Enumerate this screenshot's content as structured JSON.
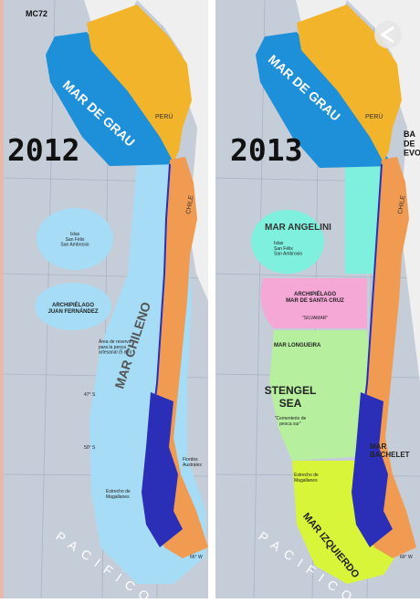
{
  "corner_label": "MC72",
  "left_panel": {
    "year": "2012",
    "mar_de_grau": "MAR DE GRAU",
    "country_peru": "PERÚ",
    "country_chile": "CHILE",
    "main_sea": "MAR CHILENO",
    "islands_1": "Islas\nSan Félix\nSan Ambrosio",
    "islands_2": "ARCHIPIÉLAGO\nJUAN FERNÁNDEZ",
    "note": "Área de reserva\npara la pesca\nartesanal (5 mn)",
    "lat_label_1": "47° S",
    "lat_label_2": "50° S",
    "fjords_label": "Fiordos\nAustrales",
    "strait_label": "Estrecho de\nMagallanes",
    "ocean_label": "PACIFICO",
    "lon_label": "66° W"
  },
  "right_panel": {
    "year": "2013",
    "mar_de_grau": "MAR DE GRAU",
    "country_peru": "PERÚ",
    "country_chile": "CHILE",
    "sea_1": "MAR ANGELINI",
    "sea_1_sub": "Islas\nSan Félix\nSan Ambrosio",
    "sea_2": "ARCHIPIÉLAGO\nMAR DE SANTA CRUZ",
    "sea_2_sub": "\"SILVAMAR\"",
    "sea_3": "MAR LONGUEIRA",
    "sea_4": "STENGEL\nSEA",
    "sea_4_sub": "\"Cementerio de\npesca sur\"",
    "sea_5": "MAR\nBACHELET",
    "sea_6": "MAR IZQUIERDO",
    "edge_text": "BA\nDE\nEVO",
    "strait_label": "Estrecho de\nMagallanes",
    "ocean_label": "PACIFICO",
    "lon_label": "66° W"
  },
  "colors": {
    "background_sea": "#c5cdd9",
    "land_gray": "#efefef",
    "peru": "#f2b42a",
    "chile": "#f09a52",
    "mar_de_grau": "#1e8fd9",
    "mar_chileno": "#a6dcf5",
    "mar_angelini": "#7ff0de",
    "santa_cruz": "#f5a7d6",
    "longueira": "#b6ef9e",
    "izquierdo": "#d8f53a",
    "fjords": "#2b2fb8"
  },
  "icons": {
    "share": "share-icon"
  }
}
